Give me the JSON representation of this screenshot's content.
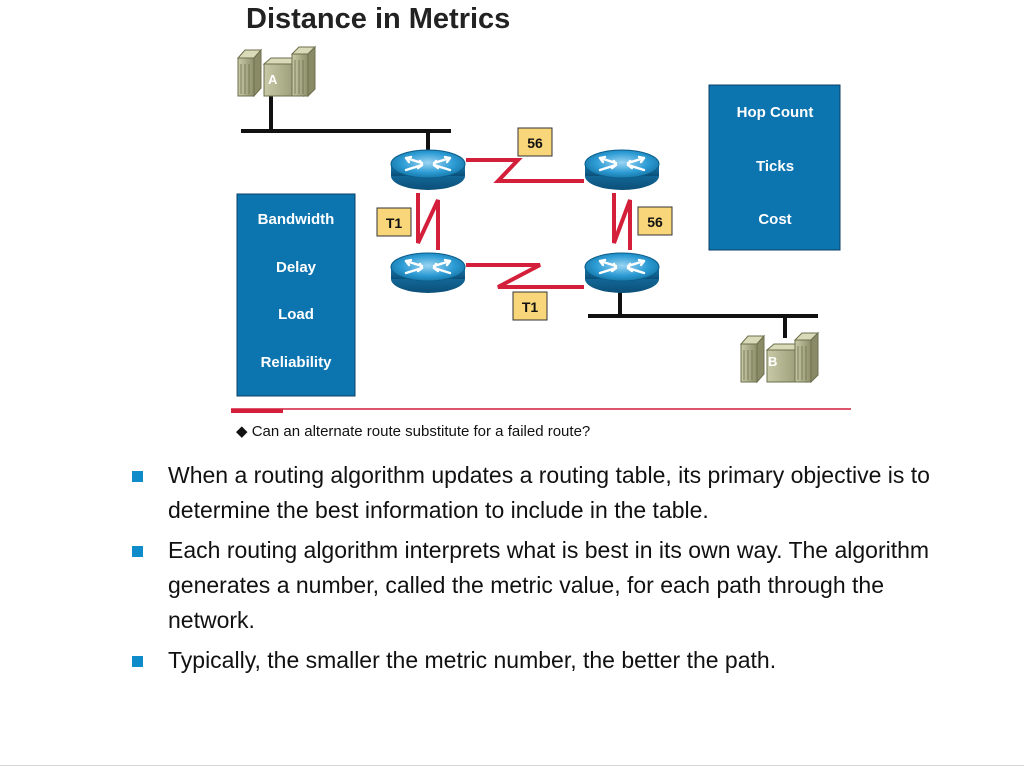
{
  "title": "Distance in Metrics",
  "hosts": {
    "a": "A",
    "b": "B"
  },
  "link_tags": {
    "top": "56",
    "left": "T1",
    "right": "56",
    "bottom": "T1"
  },
  "metric_boxes": {
    "left": [
      "Bandwidth",
      "Delay",
      "Load",
      "Reliability"
    ],
    "right": [
      "Hop Count",
      "Ticks",
      "Cost"
    ]
  },
  "caption": "◆ Can an alternate route substitute for a failed route?",
  "bullets": [
    "When a routing algorithm updates a routing table, its primary objective is to determine the best information to include in the table.",
    "Each routing algorithm interprets what is best in its own way. The algorithm generates a number, called the metric value, for each path through the network.",
    "Typically, the smaller the metric number, the better the path."
  ],
  "colors": {
    "box_fill": "#0C75B0",
    "link_red": "#D41F3A",
    "tag_fill": "#F9D67A",
    "bullet": "#0E8CC9",
    "router_blue": "#1A8BC4"
  },
  "icons": {
    "router": "router-icon",
    "host": "server-icon",
    "serial_link": "zigzag-link-icon"
  }
}
